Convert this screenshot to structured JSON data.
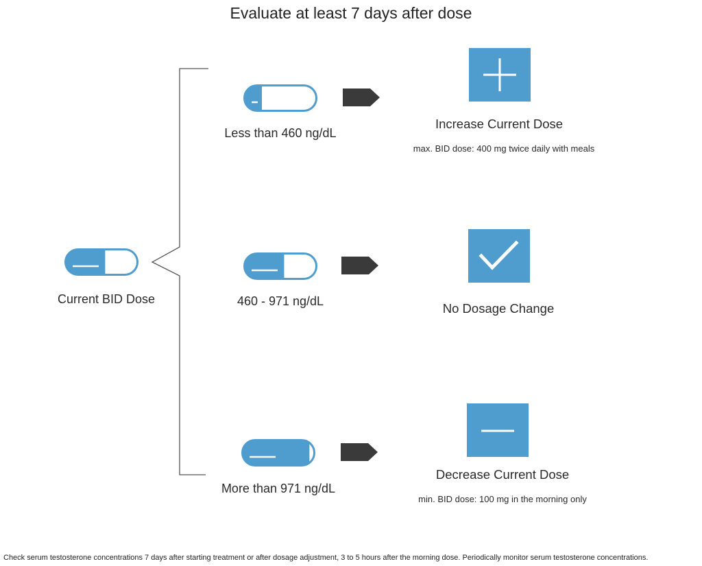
{
  "title": "Evaluate at least 7 days after dose",
  "current": {
    "label": "Current BID Dose",
    "fill_fraction": 0.55
  },
  "rows": [
    {
      "label": "Less than 460 ng/dL",
      "fill_fraction": 0.25,
      "result": "Increase Current Dose",
      "note": "max. BID dose: 400 mg twice daily with meals",
      "icon": "plus-icon"
    },
    {
      "label": "460 - 971 ng/dL",
      "fill_fraction": 0.55,
      "result": "No Dosage Change",
      "note": "",
      "icon": "check-icon"
    },
    {
      "label": "More than 971 ng/dL",
      "fill_fraction": 0.92,
      "result": "Decrease Current Dose",
      "note": "min. BID dose: 100 mg in the morning only",
      "icon": "minus-icon"
    }
  ],
  "footer": "Check serum testosterone concentrations 7 days after starting treatment or after dosage adjustment, 3 to 5 hours after the morning dose.  Periodically monitor serum testosterone concentrations.",
  "colors": {
    "accent": "#4f9ccf",
    "arrow": "#3a3a3a",
    "bracket": "#555555"
  }
}
